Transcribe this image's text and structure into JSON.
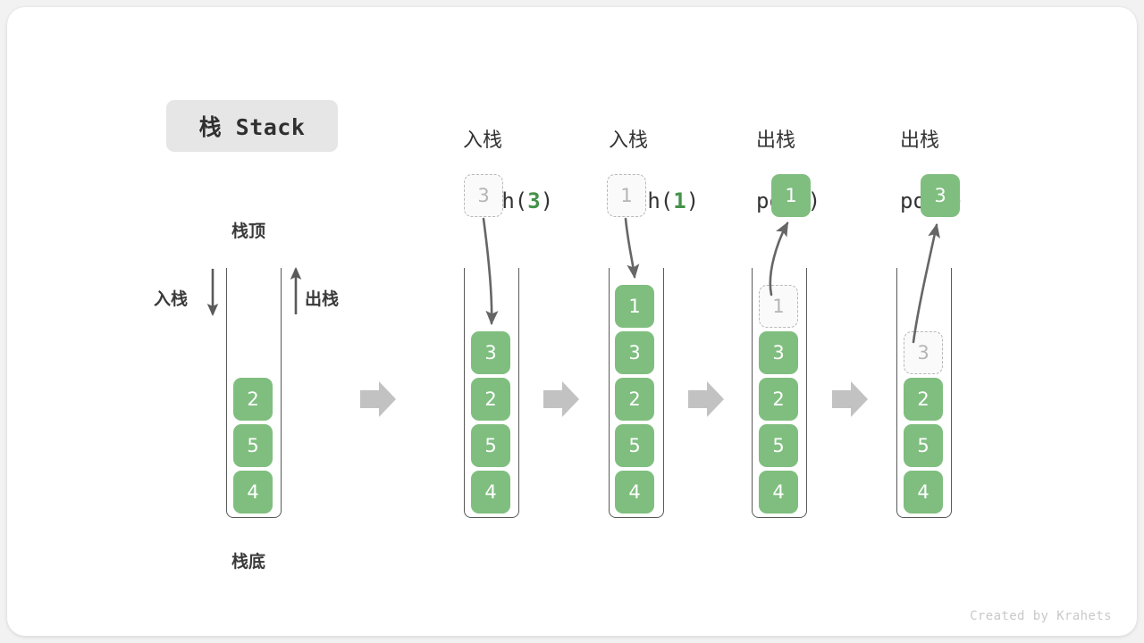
{
  "title_badge": {
    "text": "栈 Stack"
  },
  "labels": {
    "top": "栈顶",
    "bottom": "栈底",
    "push": "入栈",
    "pop": "出栈"
  },
  "colors": {
    "element": "#7fbe7f",
    "ghost_border": "#b8b8b8",
    "ghost_text": "#b5b5b5",
    "arrow": "#666666",
    "step_arrow": "#c2c2c2",
    "badge_bg": "#e6e6e6",
    "accent_code": "#43924a",
    "card_bg": "#ffffff",
    "page_bg": "#f2f2f2"
  },
  "initial_stack": {
    "values": [
      "2",
      "5",
      "4"
    ],
    "top_label": "栈顶",
    "bottom_label": "栈底",
    "in_label": "入栈",
    "out_label": "出栈"
  },
  "steps": [
    {
      "id": "push-3",
      "cjk": "入栈",
      "code_prefix": "push(",
      "code_arg": "3",
      "code_suffix": ")",
      "operation": "push",
      "incoming": "3",
      "stack": [
        "3",
        "2",
        "5",
        "4"
      ],
      "ghost_value": "3",
      "ghost_position": "outside-top"
    },
    {
      "id": "push-1",
      "cjk": "入栈",
      "code_prefix": "push(",
      "code_arg": "1",
      "code_suffix": ")",
      "operation": "push",
      "incoming": "1",
      "stack": [
        "1",
        "3",
        "2",
        "5",
        "4"
      ],
      "ghost_value": "1",
      "ghost_position": "outside-top"
    },
    {
      "id": "pop-1",
      "cjk": "出栈",
      "code_prefix": "pop(",
      "code_arg": "",
      "code_suffix": ")",
      "operation": "pop",
      "outgoing": "1",
      "stack": [
        "3",
        "2",
        "5",
        "4"
      ],
      "ghost_value": "1",
      "ghost_position": "inside-top"
    },
    {
      "id": "pop-3",
      "cjk": "出栈",
      "code_prefix": "pop(",
      "code_arg": "",
      "code_suffix": ")",
      "operation": "pop",
      "outgoing": "3",
      "stack": [
        "2",
        "5",
        "4"
      ],
      "ghost_value": "3",
      "ghost_position": "inside-top"
    }
  ],
  "cells": {
    "s0_v0": "2",
    "s0_v1": "5",
    "s0_v2": "4",
    "s1_ghost": "3",
    "s1_v0": "3",
    "s1_v1": "2",
    "s1_v2": "5",
    "s1_v3": "4",
    "s2_ghost": "1",
    "s2_v0": "1",
    "s2_v1": "3",
    "s2_v2": "2",
    "s2_v3": "5",
    "s2_v4": "4",
    "s3_out": "1",
    "s3_ghost": "1",
    "s3_v0": "3",
    "s3_v1": "2",
    "s3_v2": "5",
    "s3_v3": "4",
    "s4_out": "3",
    "s4_ghost": "3",
    "s4_v0": "2",
    "s4_v1": "5",
    "s4_v2": "4"
  },
  "headers": {
    "h1_cjk": "入栈",
    "h1_pre": "push(",
    "h1_arg": "3",
    "h1_post": ")",
    "h2_cjk": "入栈",
    "h2_pre": "push(",
    "h2_arg": "1",
    "h2_post": ")",
    "h3_cjk": "出栈",
    "h3_pre": "pop(",
    "h3_arg": "",
    "h3_post": ")",
    "h4_cjk": "出栈",
    "h4_pre": "pop(",
    "h4_arg": "",
    "h4_post": ")"
  },
  "watermark": {
    "text": "Created by Krahets"
  }
}
